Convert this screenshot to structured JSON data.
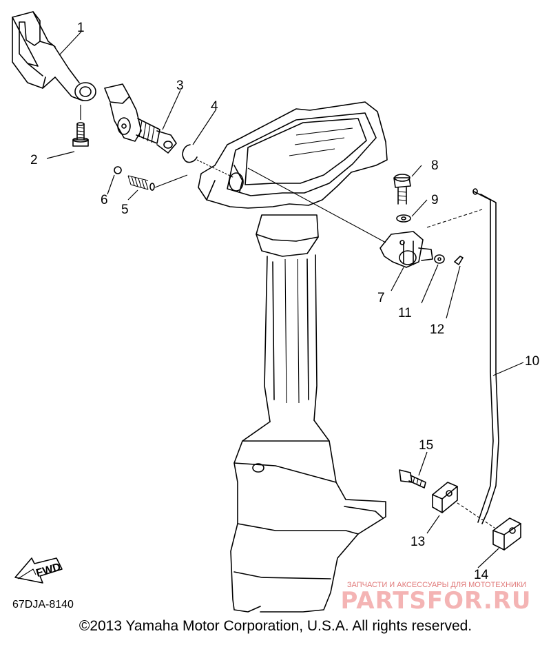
{
  "callouts": [
    "1",
    "2",
    "3",
    "4",
    "5",
    "6",
    "7",
    "8",
    "9",
    "10",
    "11",
    "12",
    "13",
    "14",
    "15"
  ],
  "diagram_code": "67DJA-8140",
  "fwd_label": "FWD",
  "watermark": {
    "tagline": "ЗАПЧАСТИ И АКСЕССУАРЫ ДЛЯ МОТОТЕХНИКИ",
    "logo": "PARTSFOR.RU"
  },
  "copyright": "©2013 Yamaha Motor Corporation, U.S.A. All rights reserved."
}
